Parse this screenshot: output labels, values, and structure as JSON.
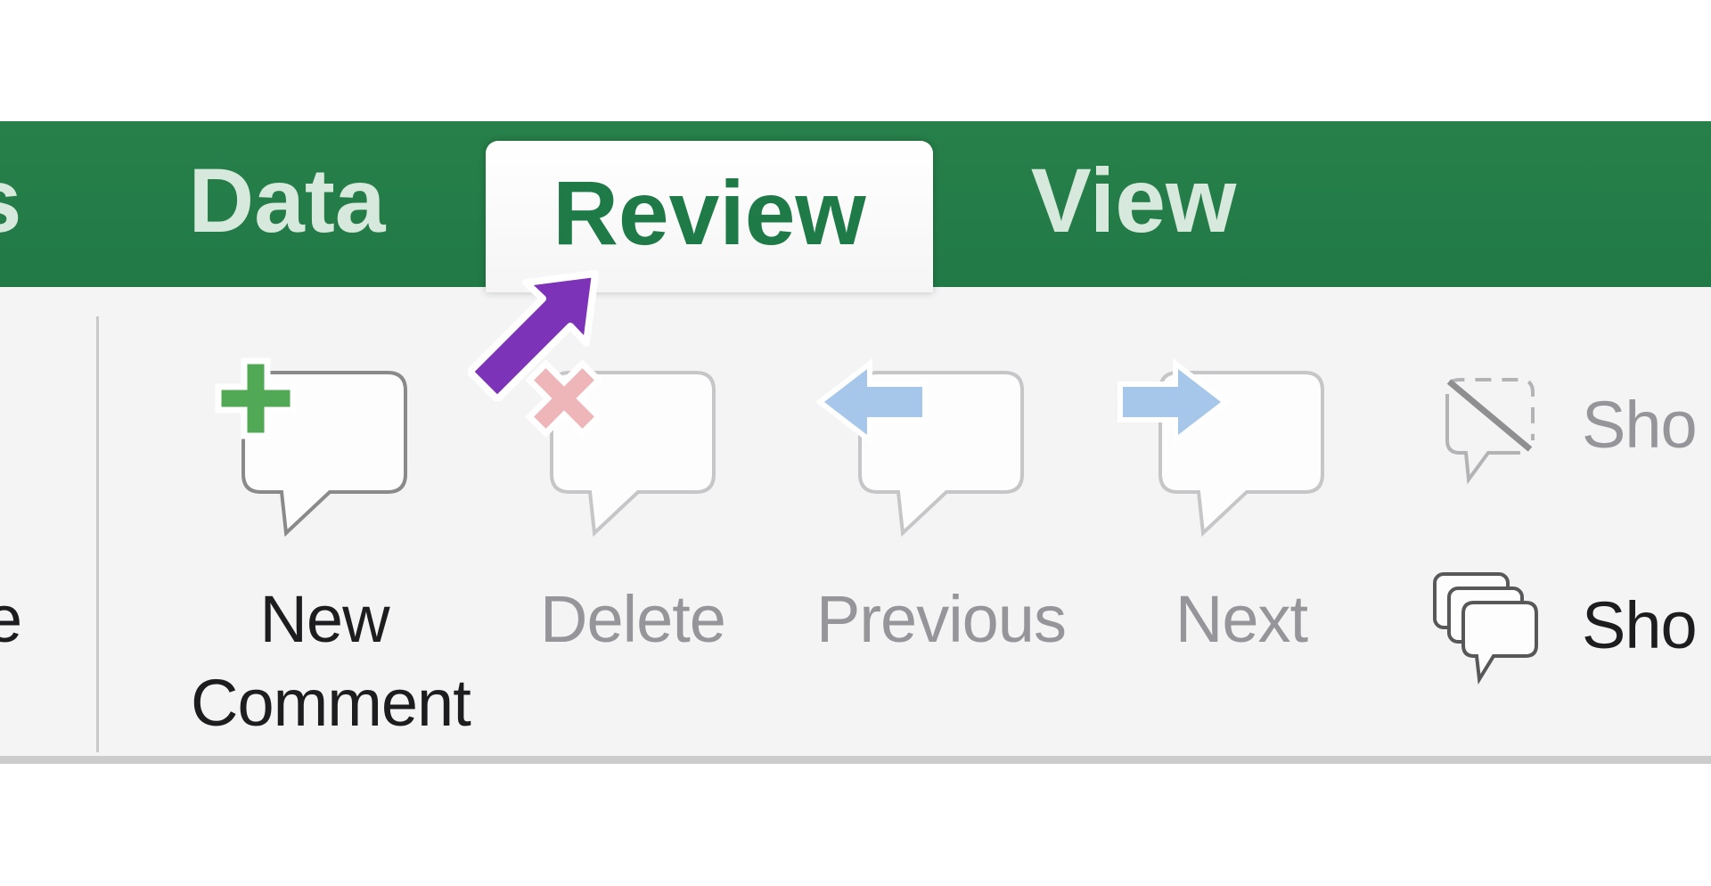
{
  "ribbon": {
    "background_color": "#217a46",
    "border_bottom_color": "#1a5c38",
    "inactive_tab_text_color": "#d7e9dd",
    "active_tab_text_color": "#1e7a47",
    "tabs": [
      {
        "label": "s",
        "state": "inactive-clipped-left"
      },
      {
        "label": "Data",
        "state": "inactive"
      },
      {
        "label": "Review",
        "state": "active"
      },
      {
        "label": "View",
        "state": "inactive"
      }
    ]
  },
  "toolbar": {
    "background_color": "#f4f4f5",
    "clipped_left_label": "e",
    "buttons": [
      {
        "label": "New Comment",
        "icon": "new-comment-bubble-plus",
        "enabled": true,
        "accent_color": "#52a955"
      },
      {
        "label": "Delete",
        "icon": "delete-comment-bubble-x",
        "enabled": false,
        "accent_color": "#efb6b9"
      },
      {
        "label": "Previous",
        "icon": "previous-comment-bubble-arrow-left",
        "enabled": false,
        "accent_color": "#a7c7ea"
      },
      {
        "label": "Next",
        "icon": "next-comment-bubble-arrow-right",
        "enabled": false,
        "accent_color": "#a7c7ea"
      },
      {
        "label": "Sho",
        "icon": "show-hide-comment-slashed-bubble",
        "enabled": false
      },
      {
        "label": "Sho",
        "icon": "show-comments-stacked-bubbles",
        "enabled": true
      }
    ]
  },
  "cursor": {
    "shape": "arrow-pointing-up-right",
    "color": "#7c33b7",
    "outline_color": "#ffffff"
  }
}
